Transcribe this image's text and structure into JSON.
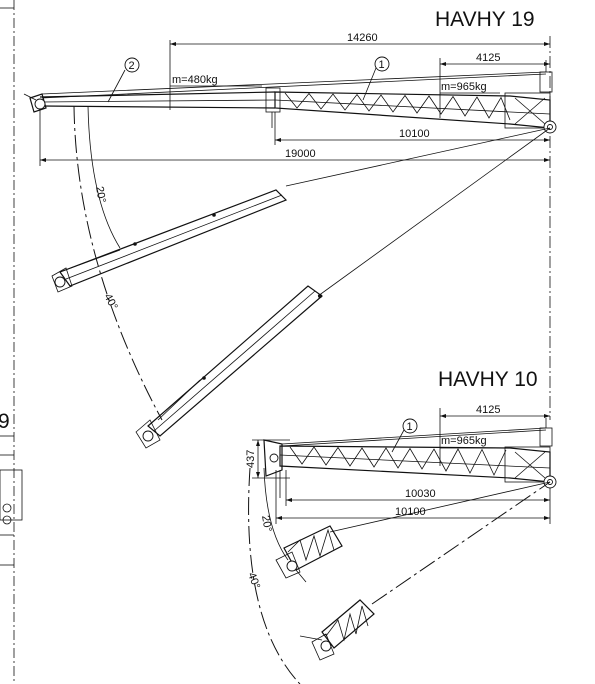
{
  "titles": {
    "havhy19": "HAVHY 19",
    "havhy10": "HAVHY 10"
  },
  "havhy19": {
    "dim_total_top": "14260",
    "dim_tip": "4125",
    "dim_inner": "10100",
    "dim_overall": "19000",
    "load_far": "m=480kg",
    "load_near": "m=965kg",
    "callout_1": "1",
    "callout_2": "2",
    "angle_20": "20°",
    "angle_40": "40°"
  },
  "havhy10": {
    "dim_tip": "4125",
    "dim_inner": "10030",
    "dim_overall": "10100",
    "dim_height": "437",
    "load": "m=965kg",
    "callout_1": "1",
    "angle_20": "20°",
    "angle_40": "40°"
  },
  "edge_fragment": "9"
}
